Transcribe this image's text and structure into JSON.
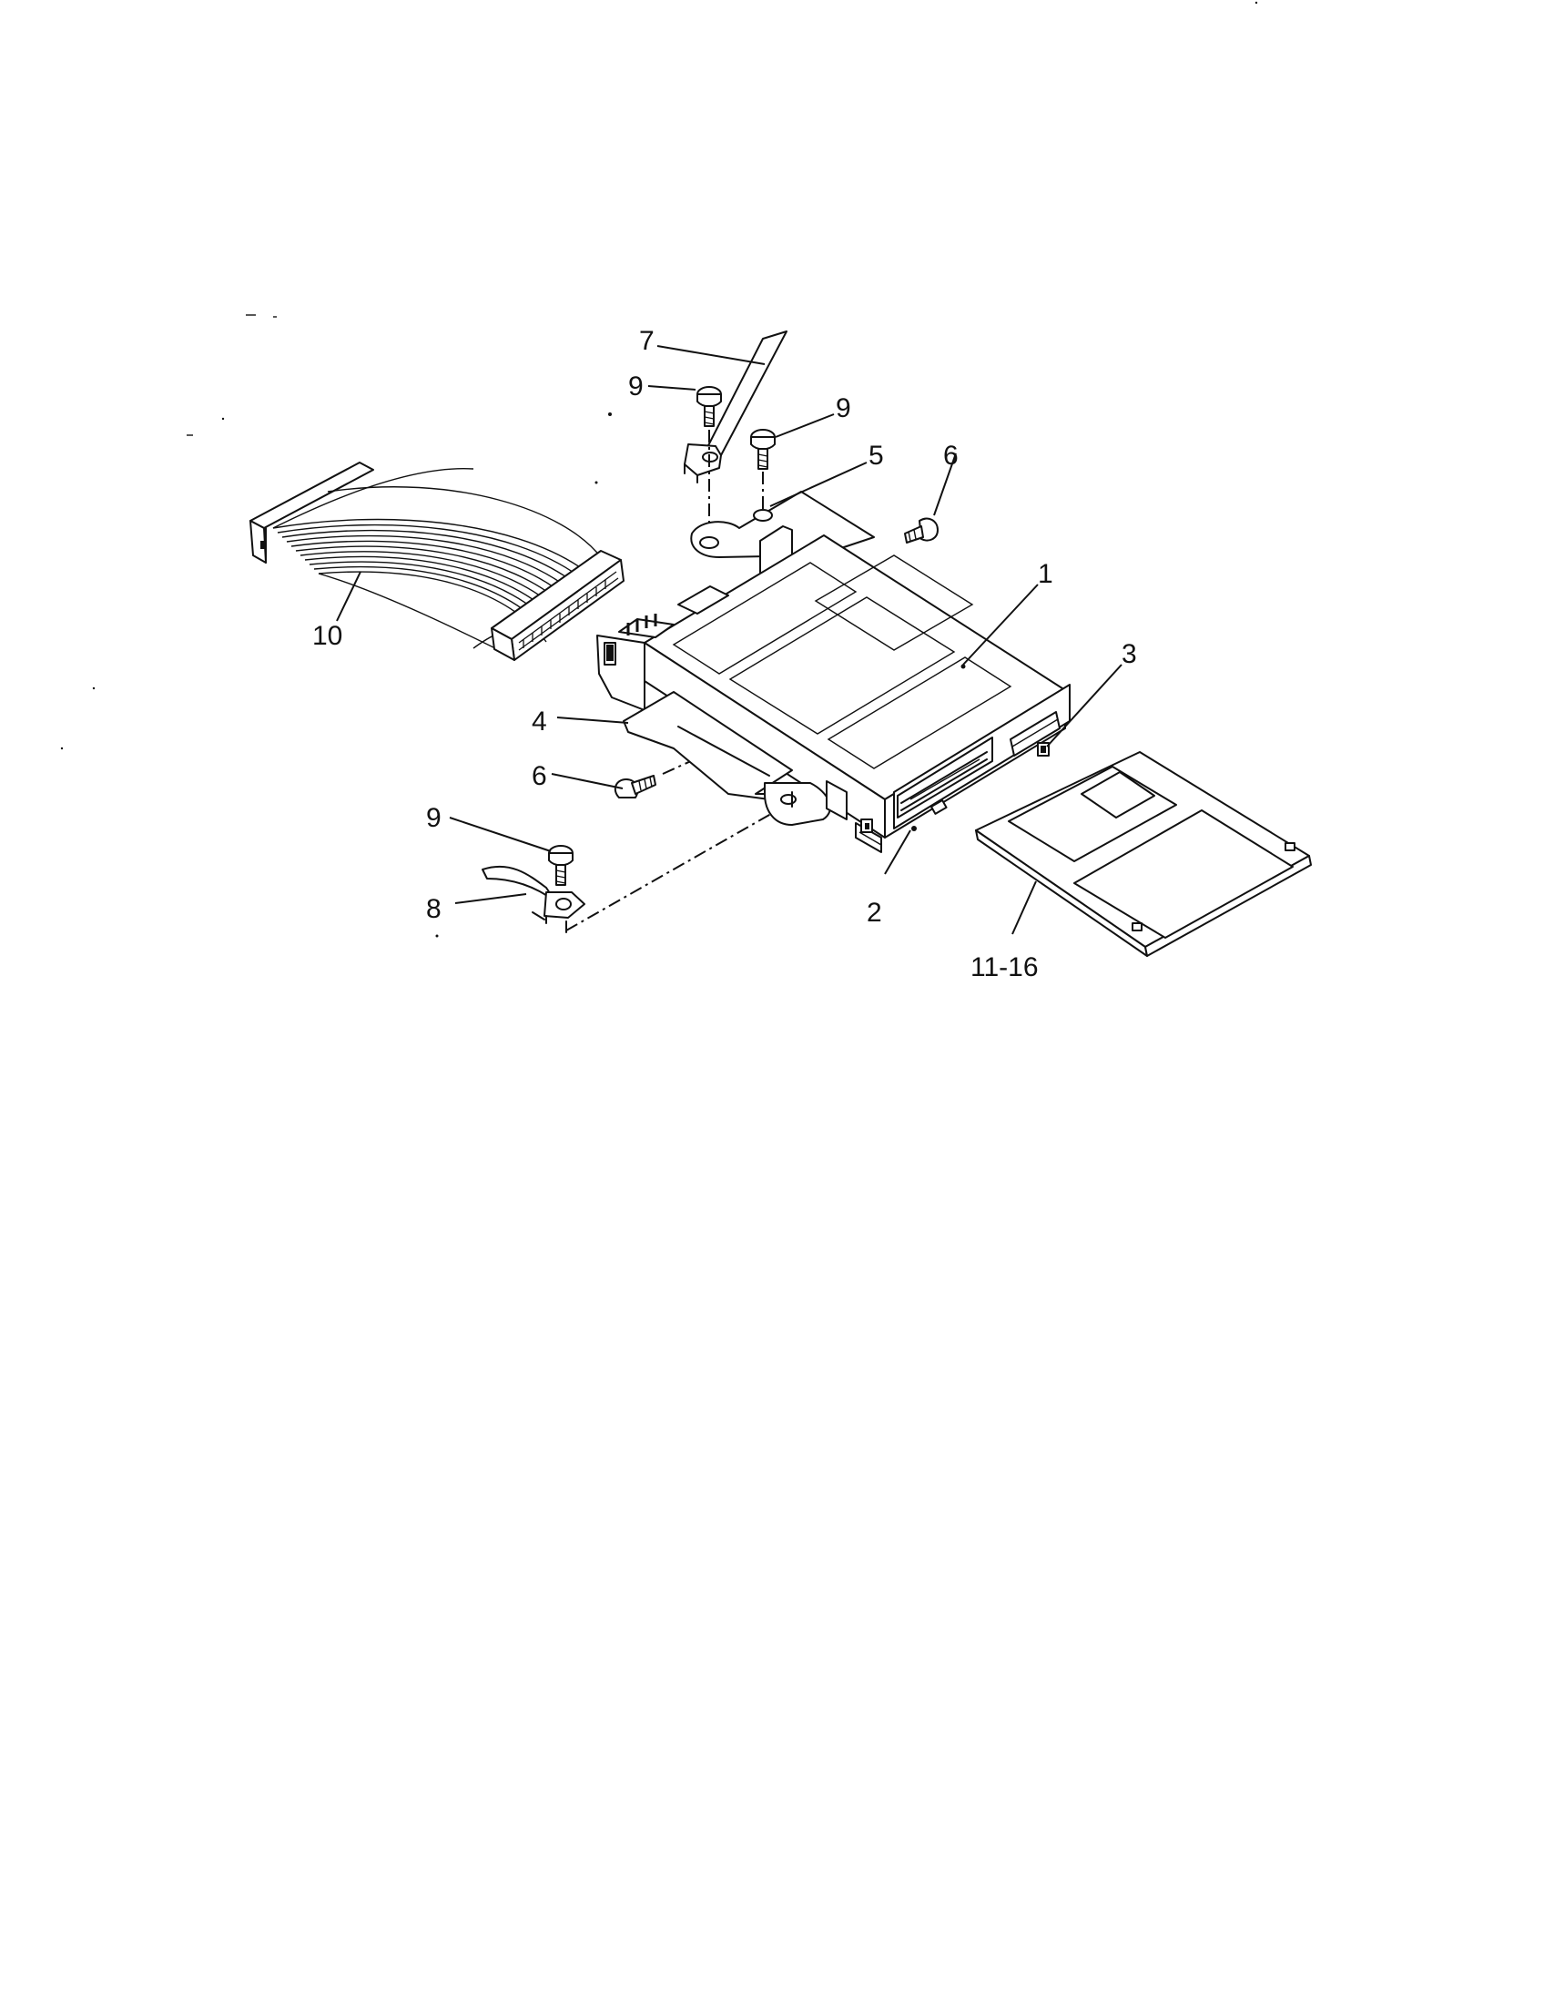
{
  "callouts": {
    "c1": "1",
    "c2": "2",
    "c3": "3",
    "c4": "4",
    "c5": "5",
    "c6a": "6",
    "c6b": "6",
    "c7": "7",
    "c8": "8",
    "c9a": "9",
    "c9b": "9",
    "c9c": "9",
    "c10": "10",
    "c11_16": "11-16"
  }
}
